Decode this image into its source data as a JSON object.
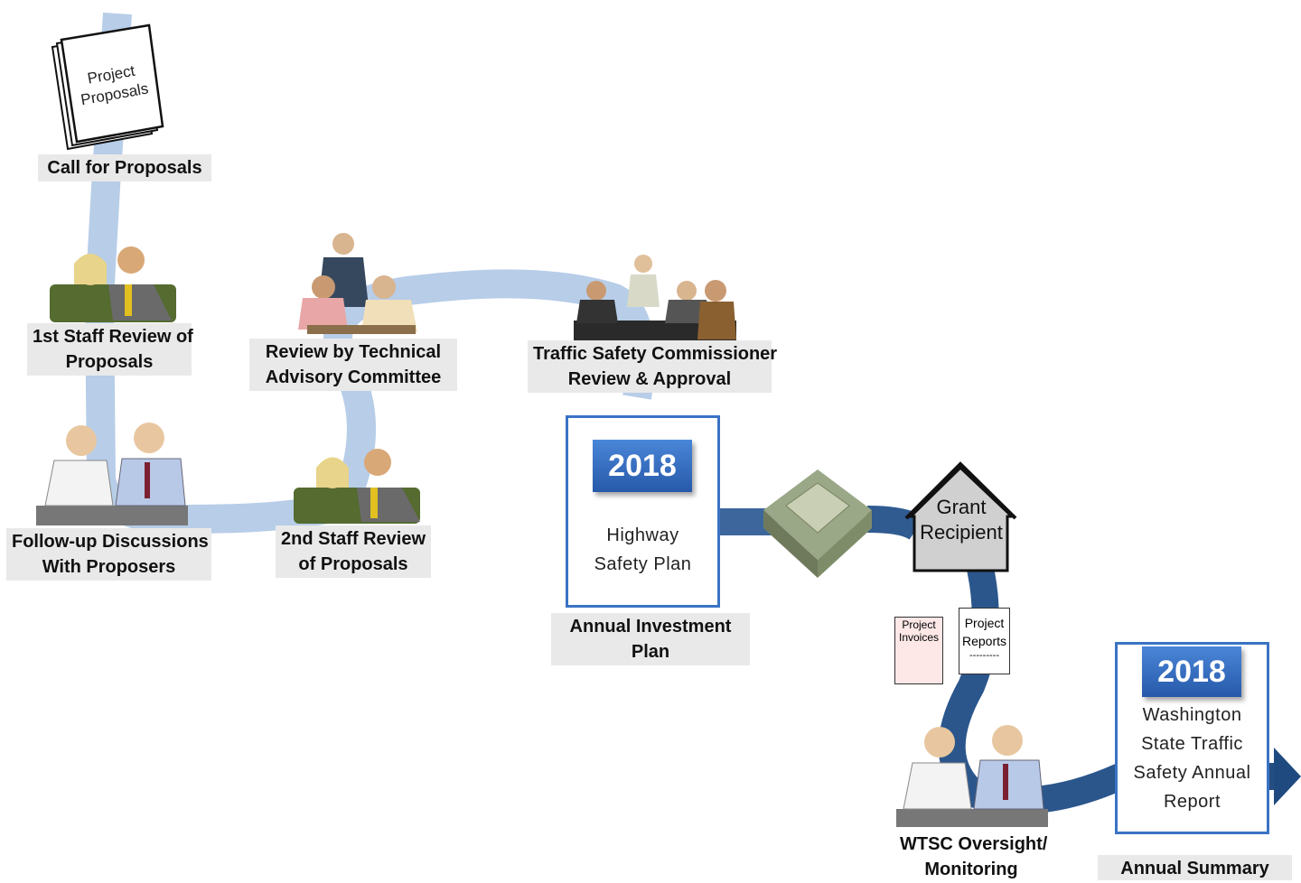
{
  "steps": {
    "call": {
      "doc_line1": "Project",
      "doc_line2": "Proposals",
      "caption": "Call for Proposals"
    },
    "first_review": {
      "line1": "1st Staff Review of",
      "line2": "Proposals"
    },
    "followup": {
      "line1": "Follow-up Discussions",
      "line2": "With Proposers"
    },
    "tac": {
      "line1": "Review by Technical",
      "line2": "Advisory Committee"
    },
    "second_review": {
      "line1": "2nd Staff Review",
      "line2": "of Proposals"
    },
    "commission": {
      "line1": "Traffic Safety Commissioner",
      "line2": "Review & Approval"
    },
    "investment_plan": {
      "year": "2018",
      "text_line1": "Highway",
      "text_line2": "Safety Plan",
      "caption_line1": "Annual Investment",
      "caption_line2": "Plan"
    },
    "grant_recipient": {
      "line1": "Grant",
      "line2": "Recipient"
    },
    "invoices": {
      "line1": "Project",
      "line2": "Invoices"
    },
    "reports": {
      "line1": "Project",
      "line2": "Reports",
      "line3": "---------"
    },
    "oversight": {
      "line1": "WTSC Oversight/",
      "line2": "Monitoring"
    },
    "annual_report": {
      "year": "2018",
      "line1": "Washington",
      "line2": "State Traffic",
      "line3": "Safety Annual",
      "line4": "Report",
      "caption": "Annual Summary"
    }
  },
  "colors": {
    "path_light": "#b7cde8",
    "path_dark": "#2f5b91",
    "badge_blue": "#2f68bb",
    "box_border": "#3a73c4",
    "caption_bg": "#e9e9e9"
  }
}
